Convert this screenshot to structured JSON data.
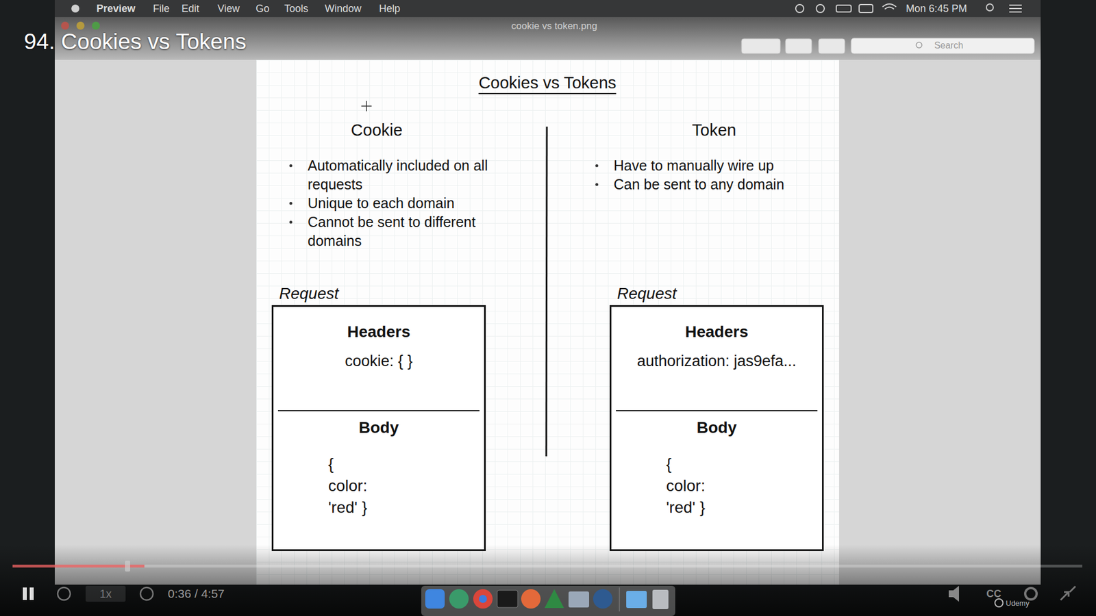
{
  "diagram": {
    "title": "Cookies vs Tokens",
    "nodes": [
      {
        "text": [
          "Request"
        ]
      },
      {
        "text": [
          "Headers",
          "cookie: { }"
        ],
        "in": 0
      },
      {
        "text": [
          "Body",
          "{ color: 'red' }"
        ],
        "in": 0
      },
      {
        "text": [
          "Request"
        ]
      },
      {
        "text": [
          "Headers",
          "authorization: jas9efa..."
        ],
        "in": 3
      },
      {
        "text": [
          "Body",
          "{ color: 'red' }"
        ],
        "in": 3
      }
    ],
    "labels": [
      "94. Cookies vs Tokens",
      "Preview",
      "File",
      "Edit",
      "View",
      "Go",
      "Tools",
      "Window",
      "Help",
      "Mon 6:45 PM",
      "cookie vs token.png",
      "Search",
      "Cookie",
      "Automatically included on all requests",
      "Unique to each domain",
      "Cannot be sent to different domains",
      "Token",
      "Have to manually wire up",
      "Can be sent to any domain",
      "0:36 / 4:57",
      "1x",
      "CC",
      "Udemy"
    ]
  }
}
